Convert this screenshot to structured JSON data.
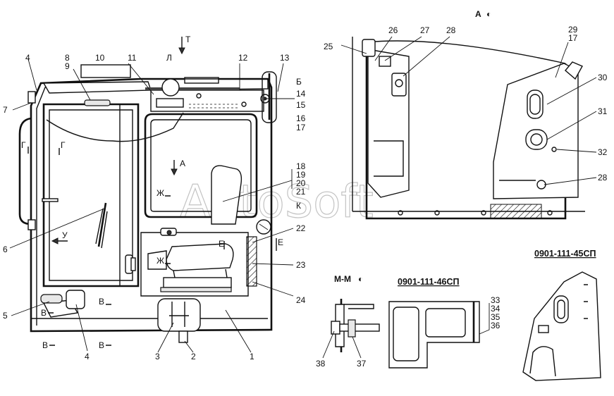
{
  "watermark": "AutoSoft",
  "codes": {
    "c45": "0901-111-45СП",
    "c46": "0901-111-46СП"
  },
  "views": {
    "a": "А",
    "mm": "М-М",
    "rot_symbol": "◐"
  },
  "markers": {
    "T": "Т",
    "L": "Л",
    "B_cyr": "Б",
    "A": "А",
    "G1": "Г",
    "G2": "Г",
    "ZH1": "Ж",
    "ZH2": "Ж",
    "U": "У",
    "K": "К",
    "E1": "Е",
    "E2": "Е",
    "V1": "В",
    "V2": "В",
    "V3": "В",
    "V4": "В"
  },
  "callouts": {
    "n1": "1",
    "n2": "2",
    "n3": "3",
    "n4a": "4",
    "n4b": "4",
    "n5": "5",
    "n6": "6",
    "n7": "7",
    "n8": "8",
    "n9": "9",
    "n10": "10",
    "n11": "11",
    "n12": "12",
    "n13": "13",
    "n14": "14",
    "n15": "15",
    "n16": "16",
    "n17a": "17",
    "n18": "18",
    "n19": "19",
    "n20": "20",
    "n21": "21",
    "n22": "22",
    "n23": "23",
    "n24": "24",
    "n25": "25",
    "n26": "26",
    "n27": "27",
    "n28a": "28",
    "n28b": "28",
    "n29": "29",
    "n17b": "17",
    "n30": "30",
    "n31": "31",
    "n32": "32",
    "n33": "33",
    "n34": "34",
    "n35": "35",
    "n36": "36",
    "n37": "37",
    "n38": "38"
  }
}
